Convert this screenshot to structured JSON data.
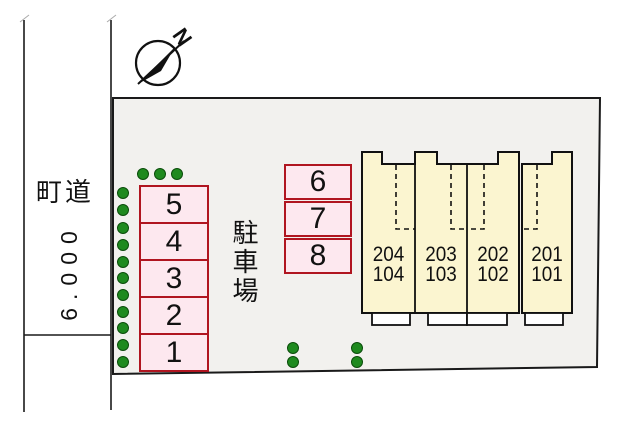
{
  "plan": {
    "compass_label": "N",
    "road": {
      "name": "町道",
      "width": "6.000"
    },
    "parking": {
      "area_label": "駐車場",
      "left_column_spaces": [
        "5",
        "4",
        "3",
        "2",
        "1"
      ],
      "middle_column_spaces": [
        "6",
        "7",
        "8"
      ]
    },
    "building": {
      "units": [
        {
          "upper_room": "204",
          "lower_room": "104"
        },
        {
          "upper_room": "203",
          "lower_room": "103"
        },
        {
          "upper_room": "202",
          "lower_room": "102"
        },
        {
          "upper_room": "201",
          "lower_room": "101"
        }
      ]
    },
    "colors": {
      "parcel_fill": "#f2f1ee",
      "building_fill": "#fbf5d0",
      "parking_space_fill": "#fde8ef",
      "parking_space_border": "#b01520",
      "shrub_green": "#1e8a1e",
      "line_black": "#111111"
    }
  }
}
